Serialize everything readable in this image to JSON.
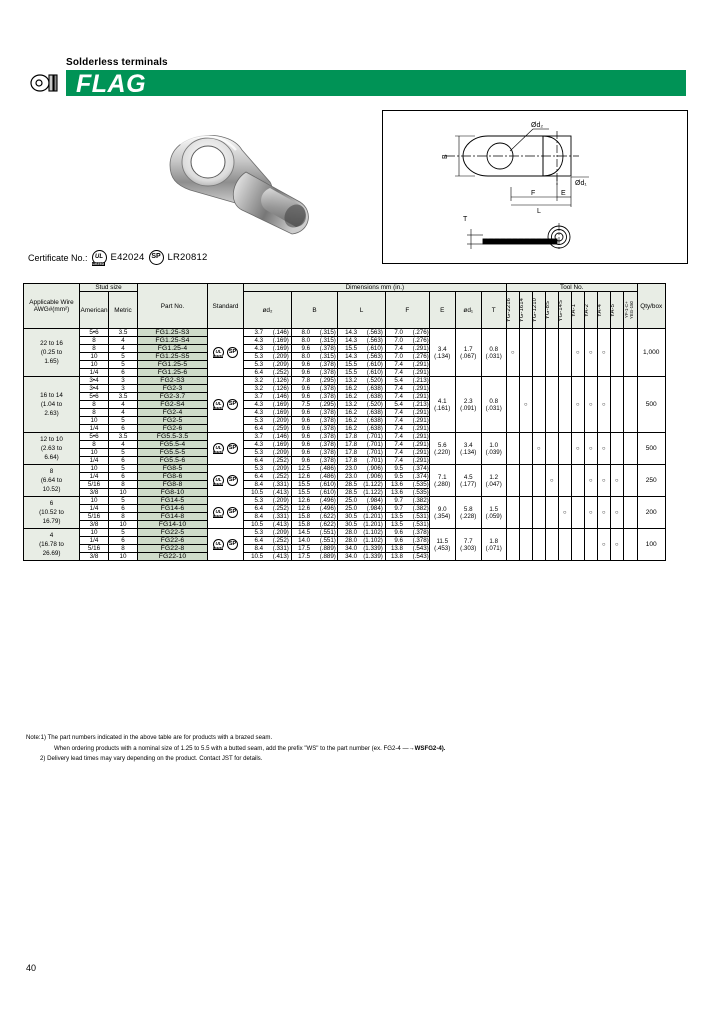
{
  "header": {
    "subtitle": "Solderless terminals",
    "title": "FLAG"
  },
  "certificate": {
    "label": "Certificate No.:",
    "ul_mark": "UL",
    "ul_listed": "LISTED",
    "ul_number": "E42024",
    "csa_mark": "SP",
    "csa_number": "LR20812"
  },
  "drawing": {
    "label_d2": "ød₂",
    "label_b": "B",
    "label_d1": "ød₁",
    "label_f": "F",
    "label_e": "E",
    "label_l": "L",
    "label_t": "T"
  },
  "table": {
    "headers": {
      "wire": "Applicable Wire AWG#(mm²)",
      "wire_l1": "Applicable Wire",
      "wire_l2": "AWG#(mm²)",
      "stud_size": "Stud size",
      "american": "American",
      "metric": "Metric",
      "part_no": "Part No.",
      "standard": "Standard",
      "dimensions": "Dimensions mm (in.)",
      "tool_no": "Tool No.",
      "dim_cols": [
        "ød₂",
        "B",
        "L",
        "F",
        "E",
        "ød₁",
        "T"
      ],
      "tool_cols": [
        "YG-2216",
        "YG-1614",
        "YG-1210",
        "YG-8S",
        "YG-14S",
        "YA-1",
        "YA-2",
        "YA-4",
        "YA-5",
        "YF-1-C+\nYEG-150"
      ],
      "tool_col_last_l1": "YF-1-C+",
      "tool_col_last_l2": "YEG-150",
      "qty_box": "Qty/box"
    },
    "groups": [
      {
        "wire": "22 to 16 (0.25 to 1.65)",
        "wire_l1": "22 to 16",
        "wire_l2": "(0.25 to",
        "wire_l3": "1.65)",
        "E": "3.4",
        "E_in": "(.134)",
        "d1": "1.7",
        "d1_in": "(.067)",
        "T": "0.8",
        "T_in": "(.031)",
        "qty": "1,000",
        "tools": [
          1,
          0,
          0,
          0,
          0,
          1,
          1,
          1,
          0,
          0
        ],
        "rows": [
          {
            "american": "5•6",
            "metric": "3.5",
            "part_no": "FG1.25-S3",
            "d2": "3.7",
            "d2_in": "(.146)",
            "B": "8.0",
            "B_in": "(.315)",
            "L": "14.3",
            "L_in": "(.563)",
            "F": "7.0",
            "F_in": "(.276)"
          },
          {
            "american": "8",
            "metric": "4",
            "part_no": "FG1.25-S4",
            "d2": "4.3",
            "d2_in": "(.169)",
            "B": "8.0",
            "B_in": "(.315)",
            "L": "14.3",
            "L_in": "(.563)",
            "F": "7.0",
            "F_in": "(.276)"
          },
          {
            "american": "8",
            "metric": "4",
            "part_no": "FG1.25-4",
            "d2": "4.3",
            "d2_in": "(.169)",
            "B": "9.6",
            "B_in": "(.378)",
            "L": "15.5",
            "L_in": "(.610)",
            "F": "7.4",
            "F_in": "(.291)"
          },
          {
            "american": "10",
            "metric": "5",
            "part_no": "FG1.25-S5",
            "d2": "5.3",
            "d2_in": "(.209)",
            "B": "8.0",
            "B_in": "(.315)",
            "L": "14.3",
            "L_in": "(.563)",
            "F": "7.0",
            "F_in": "(.276)"
          },
          {
            "american": "10",
            "metric": "5",
            "part_no": "FG1.25-5",
            "d2": "5.3",
            "d2_in": "(.209)",
            "B": "9.6",
            "B_in": "(.378)",
            "L": "15.5",
            "L_in": "(.610)",
            "F": "7.4",
            "F_in": "(.291)"
          },
          {
            "american": "1/4",
            "metric": "6",
            "part_no": "FG1.25-6",
            "d2": "6.4",
            "d2_in": "(.252)",
            "B": "9.6",
            "B_in": "(.378)",
            "L": "15.5",
            "L_in": "(.610)",
            "F": "7.4",
            "F_in": "(.291)"
          }
        ]
      },
      {
        "wire": "16 to 14 (1.04 to 2.63)",
        "wire_l1": "16 to 14",
        "wire_l2": "(1.04 to",
        "wire_l3": "2.63)",
        "E": "4.1",
        "E_in": "(.161)",
        "d1": "2.3",
        "d1_in": "(.091)",
        "T": "0.8",
        "T_in": "(.031)",
        "qty": "500",
        "tools": [
          0,
          1,
          0,
          0,
          0,
          1,
          1,
          1,
          0,
          0
        ],
        "rows": [
          {
            "american": "3•4",
            "metric": "3",
            "part_no": "FG2-S3",
            "d2": "3.2",
            "d2_in": "(.126)",
            "B": "7.8",
            "B_in": "(.295)",
            "L": "13.2",
            "L_in": "(.520)",
            "F": "5.4",
            "F_in": "(.213)"
          },
          {
            "american": "3•4",
            "metric": "3",
            "part_no": "FG2-3",
            "d2": "3.2",
            "d2_in": "(.126)",
            "B": "9.6",
            "B_in": "(.378)",
            "L": "16.2",
            "L_in": "(.638)",
            "F": "7.4",
            "F_in": "(.291)"
          },
          {
            "american": "5•6",
            "metric": "3.5",
            "part_no": "FG2-3.7",
            "d2": "3.7",
            "d2_in": "(.146)",
            "B": "9.6",
            "B_in": "(.378)",
            "L": "16.2",
            "L_in": "(.638)",
            "F": "7.4",
            "F_in": "(.291)"
          },
          {
            "american": "8",
            "metric": "4",
            "part_no": "FG2-S4",
            "d2": "4.3",
            "d2_in": "(.169)",
            "B": "7.5",
            "B_in": "(.295)",
            "L": "13.2",
            "L_in": "(.520)",
            "F": "5.4",
            "F_in": "(.213)"
          },
          {
            "american": "8",
            "metric": "4",
            "part_no": "FG2-4",
            "d2": "4.3",
            "d2_in": "(.169)",
            "B": "9.6",
            "B_in": "(.378)",
            "L": "16.2",
            "L_in": "(.638)",
            "F": "7.4",
            "F_in": "(.291)"
          },
          {
            "american": "10",
            "metric": "5",
            "part_no": "FG2-5",
            "d2": "5.3",
            "d2_in": "(.209)",
            "B": "9.6",
            "B_in": "(.378)",
            "L": "16.2",
            "L_in": "(.638)",
            "F": "7.4",
            "F_in": "(.291)"
          },
          {
            "american": "1/4",
            "metric": "6",
            "part_no": "FG2-6",
            "d2": "6.4",
            "d2_in": "(.259)",
            "B": "9.6",
            "B_in": "(.378)",
            "L": "16.2",
            "L_in": "(.638)",
            "F": "7.4",
            "F_in": "(.291)"
          }
        ]
      },
      {
        "wire": "12 to 10 (2.63 to 6.64)",
        "wire_l1": "12 to 10",
        "wire_l2": "(2.63 to",
        "wire_l3": "6.64)",
        "E": "5.6",
        "E_in": "(.220)",
        "d1": "3.4",
        "d1_in": "(.134)",
        "T": "1.0",
        "T_in": "(.039)",
        "qty": "500",
        "tools": [
          0,
          0,
          1,
          0,
          0,
          1,
          1,
          1,
          0,
          0
        ],
        "rows": [
          {
            "american": "5•6",
            "metric": "3.5",
            "part_no": "FG5.5-3.5",
            "d2": "3.7",
            "d2_in": "(.146)",
            "B": "9.6",
            "B_in": "(.378)",
            "L": "17.8",
            "L_in": "(.701)",
            "F": "7.4",
            "F_in": "(.291)"
          },
          {
            "american": "8",
            "metric": "4",
            "part_no": "FG5.5-4",
            "d2": "4.3",
            "d2_in": "(.169)",
            "B": "9.6",
            "B_in": "(.378)",
            "L": "17.8",
            "L_in": "(.701)",
            "F": "7.4",
            "F_in": "(.291)"
          },
          {
            "american": "10",
            "metric": "5",
            "part_no": "FG5.5-5",
            "d2": "5.3",
            "d2_in": "(.209)",
            "B": "9.6",
            "B_in": "(.378)",
            "L": "17.8",
            "L_in": "(.701)",
            "F": "7.4",
            "F_in": "(.291)"
          },
          {
            "american": "1/4",
            "metric": "6",
            "part_no": "FG5.5-6",
            "d2": "6.4",
            "d2_in": "(.252)",
            "B": "9.6",
            "B_in": "(.378)",
            "L": "17.8",
            "L_in": "(.701)",
            "F": "7.4",
            "F_in": "(.291)"
          }
        ]
      },
      {
        "wire": "8 (6.64 to 10.52)",
        "wire_l1": "8",
        "wire_l2": "(6.64 to",
        "wire_l3": "10.52)",
        "E": "7.1",
        "E_in": "(.280)",
        "d1": "4.5",
        "d1_in": "(.177)",
        "T": "1.2",
        "T_in": "(.047)",
        "qty": "250",
        "tools": [
          0,
          0,
          0,
          1,
          0,
          0,
          1,
          1,
          1,
          0
        ],
        "rows": [
          {
            "american": "10",
            "metric": "5",
            "part_no": "FG8-5",
            "d2": "5.3",
            "d2_in": "(.209)",
            "B": "12.5",
            "B_in": "(.486)",
            "L": "23.0",
            "L_in": "(.906)",
            "F": "9.5",
            "F_in": "(.374)"
          },
          {
            "american": "1/4",
            "metric": "6",
            "part_no": "FG8-6",
            "d2": "6.4",
            "d2_in": "(.252)",
            "B": "12.6",
            "B_in": "(.486)",
            "L": "23.0",
            "L_in": "(.906)",
            "F": "9.5",
            "F_in": "(.374)"
          },
          {
            "american": "5/16",
            "metric": "8",
            "part_no": "FG8-8",
            "d2": "8.4",
            "d2_in": "(.331)",
            "B": "15.5",
            "B_in": "(.610)",
            "L": "28.5",
            "L_in": "(1.122)",
            "F": "13.6",
            "F_in": "(.535)"
          },
          {
            "american": "3/8",
            "metric": "10",
            "part_no": "FG8-10",
            "d2": "10.5",
            "d2_in": "(.413)",
            "B": "15.5",
            "B_in": "(.610)",
            "L": "28.5",
            "L_in": "(1.122)",
            "F": "13.6",
            "F_in": "(.535)"
          }
        ]
      },
      {
        "wire": "6 (10.52 to 16.79)",
        "wire_l1": "6",
        "wire_l2": "(10.52 to",
        "wire_l3": "16.79)",
        "E": "9.0",
        "E_in": "(.354)",
        "d1": "5.8",
        "d1_in": "(.228)",
        "T": "1.5",
        "T_in": "(.059)",
        "qty": "200",
        "tools": [
          0,
          0,
          0,
          0,
          1,
          0,
          1,
          1,
          1,
          0
        ],
        "rows": [
          {
            "american": "10",
            "metric": "5",
            "part_no": "FG14-5",
            "d2": "5.3",
            "d2_in": "(.209)",
            "B": "12.6",
            "B_in": "(.496)",
            "L": "25.0",
            "L_in": "(.984)",
            "F": "9.7",
            "F_in": "(.382)"
          },
          {
            "american": "1/4",
            "metric": "6",
            "part_no": "FG14-6",
            "d2": "6.4",
            "d2_in": "(.252)",
            "B": "12.6",
            "B_in": "(.496)",
            "L": "25.0",
            "L_in": "(.984)",
            "F": "9.7",
            "F_in": "(.382)"
          },
          {
            "american": "5/16",
            "metric": "8",
            "part_no": "FG14-8",
            "d2": "8.4",
            "d2_in": "(.331)",
            "B": "15.8",
            "B_in": "(.622)",
            "L": "30.5",
            "L_in": "(1.201)",
            "F": "13.5",
            "F_in": "(.531)"
          },
          {
            "american": "3/8",
            "metric": "10",
            "part_no": "FG14-10",
            "d2": "10.5",
            "d2_in": "(.413)",
            "B": "15.8",
            "B_in": "(.622)",
            "L": "30.5",
            "L_in": "(1.201)",
            "F": "13.5",
            "F_in": "(.531)"
          }
        ]
      },
      {
        "wire": "4 (16.78 to 26.69)",
        "wire_l1": "4",
        "wire_l2": "(16.78 to",
        "wire_l3": "26.69)",
        "E": "11.5",
        "E_in": "(.453)",
        "d1": "7.7",
        "d1_in": "(.303)",
        "T": "1.8",
        "T_in": "(.071)",
        "qty": "100",
        "tools": [
          0,
          0,
          0,
          0,
          0,
          0,
          0,
          1,
          1,
          0
        ],
        "rows": [
          {
            "american": "10",
            "metric": "5",
            "part_no": "FG22-5",
            "d2": "5.3",
            "d2_in": "(.209)",
            "B": "14.5",
            "B_in": "(.551)",
            "L": "28.0",
            "L_in": "(1.102)",
            "F": "9.6",
            "F_in": "(.378)"
          },
          {
            "american": "1/4",
            "metric": "6",
            "part_no": "FG22-6",
            "d2": "6.4",
            "d2_in": "(.252)",
            "B": "14.0",
            "B_in": "(.551)",
            "L": "28.0",
            "L_in": "(1.102)",
            "F": "9.6",
            "F_in": "(.378)"
          },
          {
            "american": "5/16",
            "metric": "8",
            "part_no": "FG22-8",
            "d2": "8.4",
            "d2_in": "(.331)",
            "B": "17.5",
            "B_in": "(.889)",
            "L": "34.0",
            "L_in": "(1.339)",
            "F": "13.8",
            "F_in": "(.543)"
          },
          {
            "american": "3/8",
            "metric": "10",
            "part_no": "FG22-10",
            "d2": "10.5",
            "d2_in": "(.413)",
            "B": "17.5",
            "B_in": "(.889)",
            "L": "34.0",
            "L_in": "(1.339)",
            "F": "13.8",
            "F_in": "(.543)"
          }
        ]
      }
    ]
  },
  "notes": {
    "line1": "Note:1) The part numbers indicated in the above table are for products with a brazed seam.",
    "line2_a": "When ordering products with a nominal size of 1.25 to 5.5 with a butted seam, add the prefix \"WS\" to the part number (ex. FG2-4 —→",
    "line2_b": "WSFG2-4).",
    "line3": "2) Delivery lead times may vary depending on the product. Contact JST for details."
  },
  "page_number": "40"
}
